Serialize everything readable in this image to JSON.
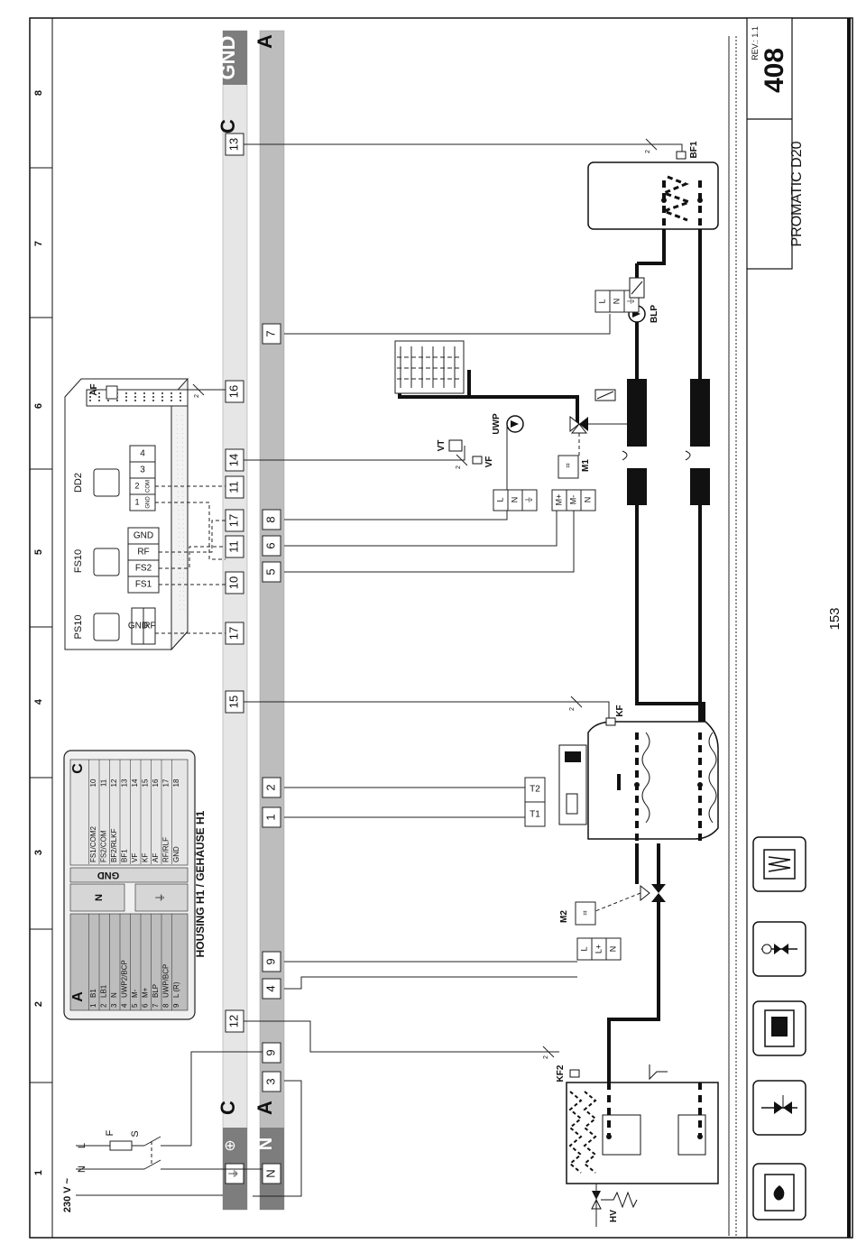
{
  "page_number": "153",
  "title_block": {
    "rev": "REV.: 1.1",
    "sheet": "408",
    "product": "PROMATIC D20"
  },
  "grid_numbers": [
    "1",
    "2",
    "3",
    "4",
    "5",
    "6",
    "7",
    "8"
  ],
  "rails": {
    "C": {
      "letter": "C",
      "end_label": "C"
    },
    "A": {
      "letter": "A",
      "end_label": "A"
    },
    "GND": "GND",
    "N": "N",
    "PE": "⊕"
  },
  "supply": {
    "voltage": "230 V ~",
    "N": "N",
    "L": "L",
    "F": "F",
    "S": "S"
  },
  "housing_title": "HOUSING H1 / GEHÄUSE H1",
  "housing_table": {
    "A_label": "A",
    "C_label": "C",
    "GND_label": "GND",
    "N_label": "N",
    "PE_label": "⏚",
    "A_rows": [
      {
        "n": "1",
        "t": "B1"
      },
      {
        "n": "2",
        "t": "LB1"
      },
      {
        "n": "3",
        "t": "N"
      },
      {
        "n": "4",
        "t": "UWP2/BCP"
      },
      {
        "n": "5",
        "t": "M-"
      },
      {
        "n": "6",
        "t": "M+"
      },
      {
        "n": "7",
        "t": "BLP"
      },
      {
        "n": "8",
        "t": "UWP/BCP"
      },
      {
        "n": "9",
        "t": "L (R)"
      }
    ],
    "C_rows": [
      {
        "n": "10",
        "t": "FS1/COM2"
      },
      {
        "n": "11",
        "t": "FS2/COM"
      },
      {
        "n": "12",
        "t": "BF2/RLKF"
      },
      {
        "n": "13",
        "t": "BF1"
      },
      {
        "n": "14",
        "t": "VF"
      },
      {
        "n": "15",
        "t": "KF"
      },
      {
        "n": "16",
        "t": "AF"
      },
      {
        "n": "17",
        "t": "RF/RLF"
      },
      {
        "n": "18",
        "t": "GND"
      }
    ]
  },
  "terminals_C": [
    "12",
    "9",
    "15",
    "17",
    "10",
    "11",
    "17",
    "11",
    "14",
    "16",
    "13"
  ],
  "terminals_A": [
    "3",
    "4",
    "9",
    "1",
    "2",
    "5",
    "6",
    "8",
    "7"
  ],
  "remotes": {
    "PS10": {
      "name": "PS10",
      "t1": "GND",
      "t2": "RF"
    },
    "FS10": {
      "name": "FS10",
      "t1": "GND",
      "t2": "RF",
      "t3": "FS2",
      "t4": "FS1"
    },
    "DD2": {
      "name": "DD2",
      "t1": "1",
      "t1b": "GND",
      "t2": "2",
      "t2b": "COM",
      "t3": "3",
      "t4": "4"
    },
    "AF": "AF"
  },
  "components": {
    "KF2": "KF2",
    "HV": "HV",
    "M2": "M2",
    "M1": "M1",
    "KF": "KF",
    "T1": "T1",
    "T2": "T2",
    "UWP": "UWP",
    "VF": "VF",
    "VT": "VT",
    "BLP": "BLP",
    "BF1": "BF1",
    "L": "L",
    "N": "N",
    "Lplus": "L+",
    "Mplus": "M+",
    "Mminus": "M-",
    "two": "2"
  },
  "icons": [
    "fireplace-icon",
    "check-valve-icon",
    "pump-valve-icon",
    "boiler-unit-icon",
    "tank-coil-icon"
  ]
}
